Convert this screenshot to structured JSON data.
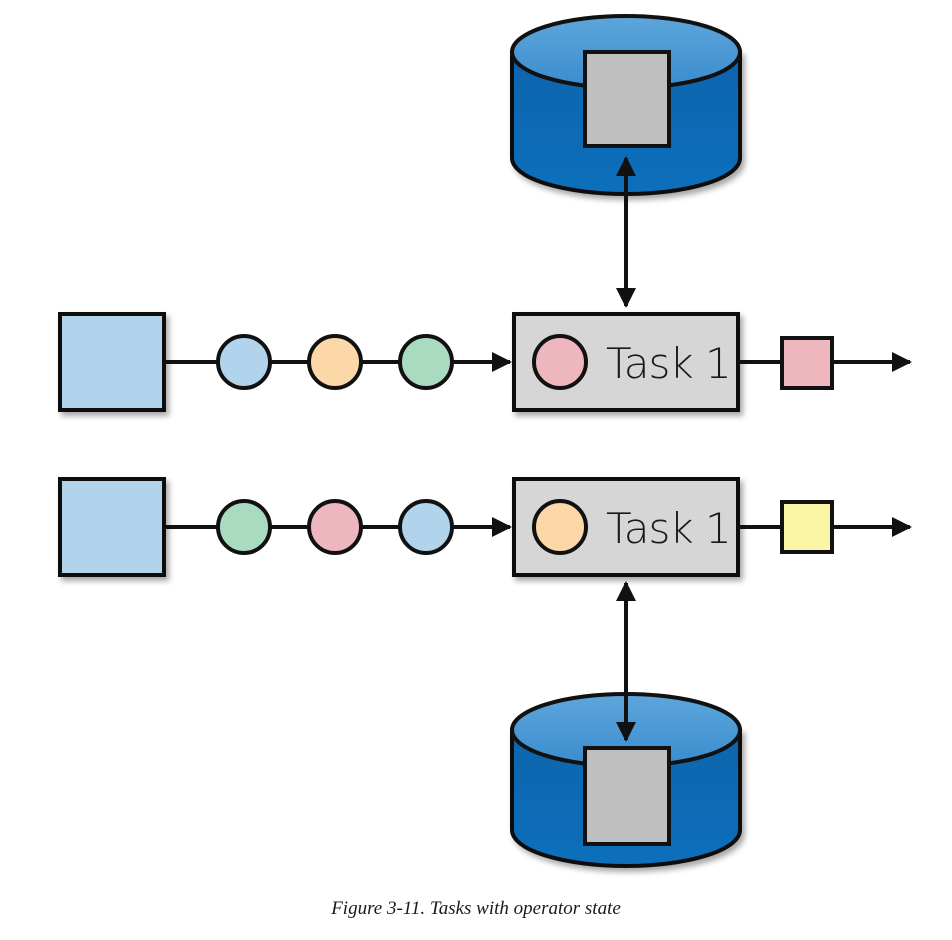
{
  "figure": {
    "caption": "Figure 3-11. Tasks with operator state"
  },
  "colors": {
    "source_box": "#b1d3ec",
    "task_box": "#d6d6d6",
    "state_block": "#bfbfbf",
    "db_body": "#0b6ab5",
    "db_top": "#4d9ad6",
    "blue": "#b1d3ec",
    "orange": "#fcd7a8",
    "green": "#a8dbbf",
    "pink": "#eeb7be",
    "yellow": "#fbf5a6",
    "stroke": "#111111"
  },
  "rows": [
    {
      "task_label": "Task 1",
      "events": [
        "blue",
        "orange",
        "green"
      ],
      "task_event": "pink",
      "output": "pink",
      "state_store_position": "top"
    },
    {
      "task_label": "Task 1",
      "events": [
        "green",
        "pink",
        "blue"
      ],
      "task_event": "orange",
      "output": "yellow",
      "state_store_position": "bottom"
    }
  ]
}
